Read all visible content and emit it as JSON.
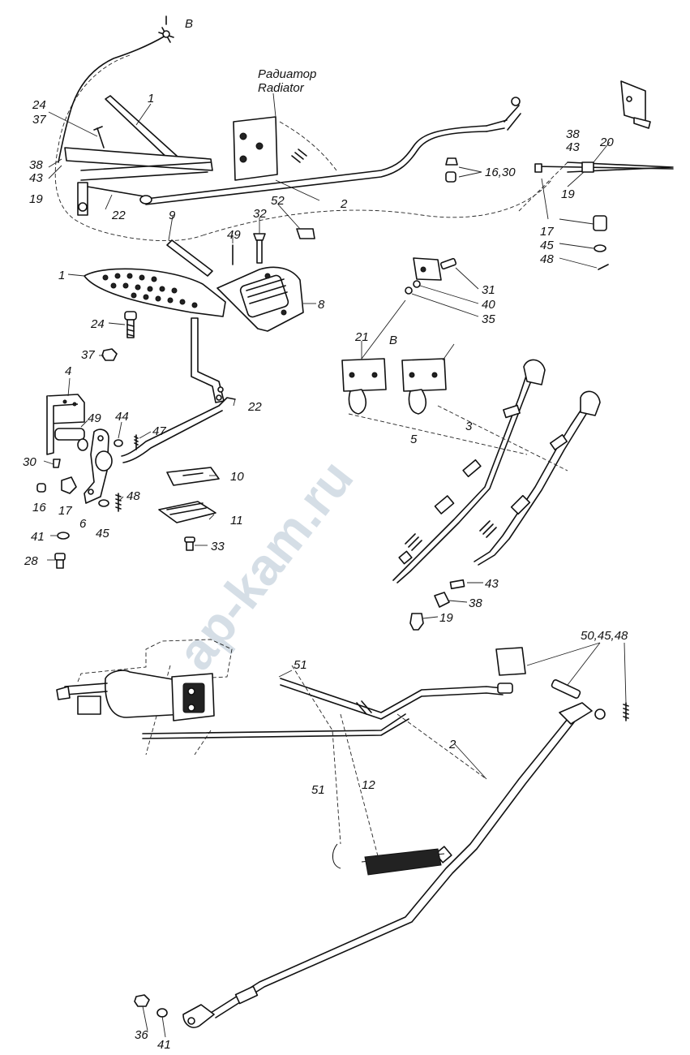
{
  "top_note": "",
  "radiator_label_ru": "Радиатор",
  "radiator_label_en": "Radiator",
  "watermark": "ap-kam.ru",
  "view_b_top": "B",
  "view_b_mid": "B",
  "labels": {
    "l1a": "1",
    "l24a": "24",
    "l37a": "37",
    "l38a": "38",
    "l43a": "43",
    "l19a": "19",
    "l22a": "22",
    "l9": "9",
    "l2a": "2",
    "l52": "52",
    "l32": "32",
    "l49a": "49",
    "l38b": "38",
    "l43b": "43",
    "l20": "20",
    "l1630a": "16,30",
    "l19b": "19",
    "l17a": "17",
    "l45a": "45",
    "l48a": "48",
    "l1b": "1",
    "l8": "8",
    "l24b": "24",
    "l37b": "37",
    "l31": "31",
    "l40": "40",
    "l35": "35",
    "l21": "21",
    "l5": "5",
    "l3": "3",
    "l4": "4",
    "l49b": "49",
    "l44": "44",
    "l47": "47",
    "l22b": "22",
    "l30b": "30",
    "l16b": "16",
    "l17b": "17",
    "l6": "6",
    "l45b": "45",
    "l48b": "48",
    "l41a": "41",
    "l28": "28",
    "l10": "10",
    "l11": "11",
    "l33": "33",
    "l43c": "43",
    "l38c": "38",
    "l19c": "19",
    "l51a": "51",
    "l504548": "50,45,48",
    "l2b": "2",
    "l51b": "51",
    "l12": "12",
    "l36": "36",
    "l41b": "41"
  }
}
